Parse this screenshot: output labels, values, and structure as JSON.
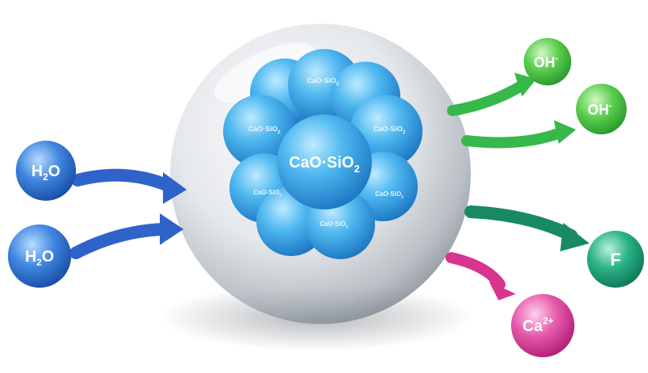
{
  "core": {
    "center_formula": "CaO·SiO",
    "center_subscript": "2",
    "small_formula": "CaO·SiO",
    "small_subscript": "2"
  },
  "inputs": {
    "top": {
      "formula": "H",
      "subscript": "2",
      "suffix": "O"
    },
    "bottom": {
      "formula": "H",
      "subscript": "2",
      "suffix": "O"
    }
  },
  "outputs": {
    "oh_top": {
      "label": "OH",
      "superscript": "-"
    },
    "oh_mid": {
      "label": "OH",
      "superscript": "-"
    },
    "fluoride": {
      "label": "F"
    },
    "calcium": {
      "label": "Ca",
      "superscript": "2+"
    }
  },
  "colors": {
    "water": "#2f6fcf",
    "hydroxide": "#3cbf3c",
    "fluoride": "#1a9a72",
    "calcium": "#e0379a",
    "core": "#3aa8e8",
    "arrow_blue": "#2f63c9",
    "arrow_green": "#36b84a",
    "arrow_teal": "#178a63",
    "arrow_pink": "#d9348f"
  }
}
